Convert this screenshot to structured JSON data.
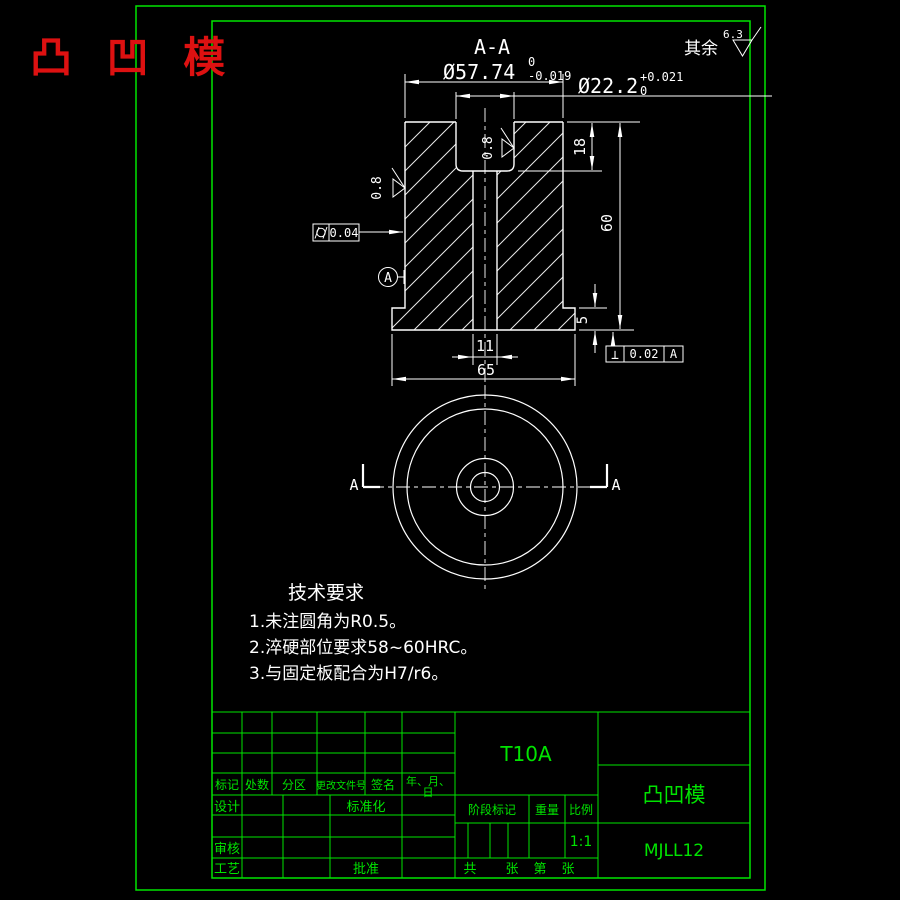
{
  "drawing_title": "凸 凹 模",
  "general_roughness": {
    "prefix": "其余",
    "value": "6.3"
  },
  "section_view": {
    "label": "A-A",
    "dim_outer_dia": {
      "value": "Ø57.74",
      "tol_upper": "0",
      "tol_lower": "-0.019"
    },
    "dim_bore_dia": {
      "value": "Ø22.2",
      "tol_upper": "+0.021",
      "tol_lower": "0"
    },
    "dim_pocket_depth": "18",
    "dim_total_height": "60",
    "dim_step_height": "5",
    "dim_slot_width": "11",
    "dim_total_width": "65",
    "roughness_left": "0.8",
    "roughness_pocket": "0.8",
    "gdt_cylindricity": {
      "value": "0.04"
    },
    "gdt_perpendicularity": {
      "symbol": "⊥",
      "value": "0.02",
      "datum": "A"
    },
    "datum_label": "A"
  },
  "plan_view": {
    "cut_label_left": "A",
    "cut_label_right": "A"
  },
  "tech_requirements": {
    "title": "技术要求",
    "items": [
      "1.未注圆角为R0.5。",
      "2.淬硬部位要求58~60HRC。",
      "3.与固定板配合为H7/r6。"
    ]
  },
  "title_block": {
    "material": "T10A",
    "part_name": "凸凹模",
    "drawing_number": "MJLL12",
    "stage_label": "阶段标记",
    "weight_label": "重量",
    "scale_label": "比例",
    "scale_value": "1:1",
    "mark_label": "标记",
    "count_label": "处数",
    "zone_label": "分区",
    "change_doc_label": "更改文件号",
    "signature_label": "签名",
    "date_label_1": "年、月、",
    "date_label_2": "日",
    "design_label": "设计",
    "standardization_label": "标准化",
    "review_label": "审核",
    "process_label": "工艺",
    "approve_label": "批准",
    "total_label": "共",
    "sheet_label_1": "张",
    "ordinal_label": "第",
    "sheet_label_2": "张"
  }
}
